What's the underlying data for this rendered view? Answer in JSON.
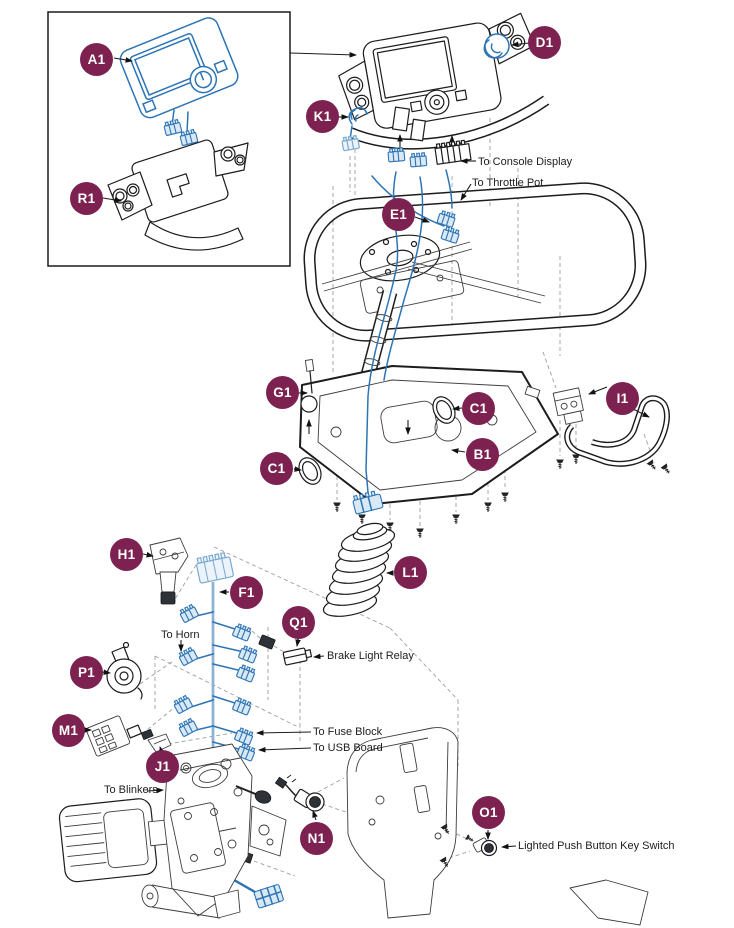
{
  "colors": {
    "callout_bg": "#7C2150",
    "callout_text": "#FFFFFF",
    "wire_blue": "#2D74B5",
    "connector_fill": "#D9E8F5",
    "line_black": "#1C1C1C"
  },
  "callouts": [
    {
      "label": "A1"
    },
    {
      "label": "R1"
    },
    {
      "label": "D1"
    },
    {
      "label": "K1"
    },
    {
      "label": "E1"
    },
    {
      "label": "G1"
    },
    {
      "label": "C1"
    },
    {
      "label": "B1"
    },
    {
      "label": "C1"
    },
    {
      "label": "I1"
    },
    {
      "label": "H1"
    },
    {
      "label": "F1"
    },
    {
      "label": "L1"
    },
    {
      "label": "Q1"
    },
    {
      "label": "P1"
    },
    {
      "label": "M1"
    },
    {
      "label": "J1"
    },
    {
      "label": "N1"
    },
    {
      "label": "O1"
    }
  ],
  "annotations": {
    "console_display": "To Console Display",
    "throttle_pot": "To Throttle Pot",
    "horn": "To Horn",
    "brake_light_relay": "Brake Light Relay",
    "fuse_block": "To Fuse Block",
    "usb_board": "To USB Board",
    "blinkers": "To Blinkers",
    "key_switch": "Lighted Push Button Key Switch"
  }
}
